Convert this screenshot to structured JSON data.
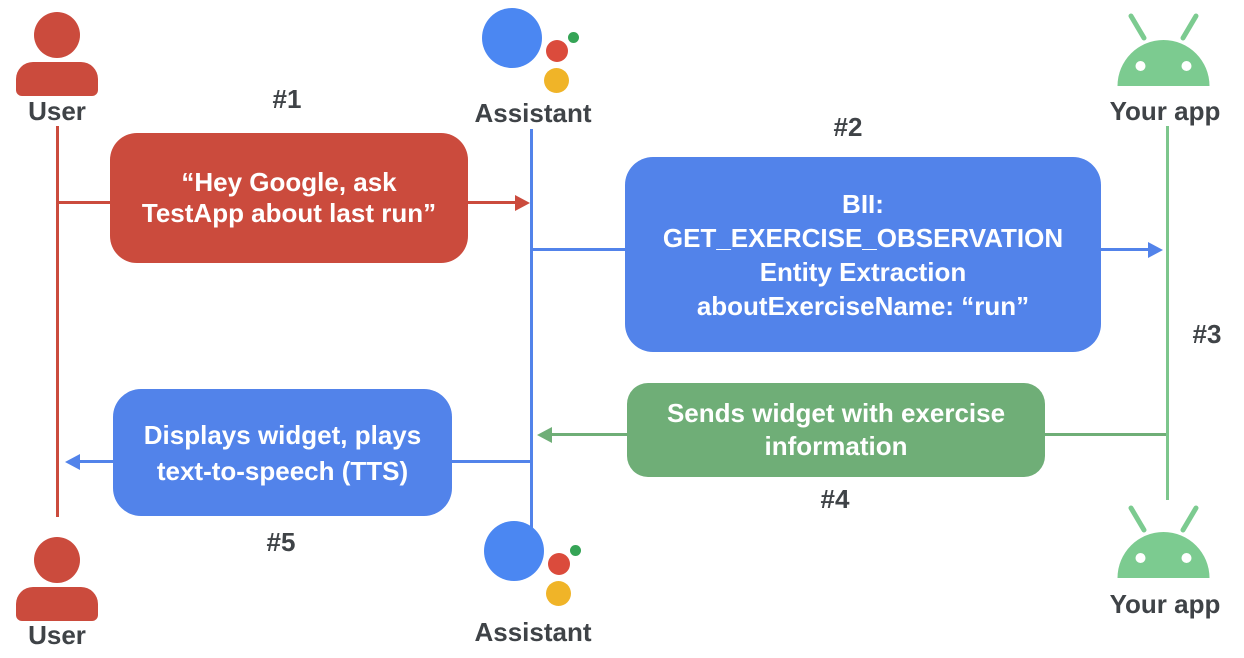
{
  "title": "Assistant App Action sequence diagram",
  "colors": {
    "red": "#cb4b3d",
    "blue": "#5283ea",
    "green": "#6fae77",
    "android_green": "#7ccb90",
    "lifeline_green": "#7cc68c",
    "label_gray": "#3f4347",
    "text_white": "#ffffff",
    "assistant_blue": "#4b87f2",
    "assistant_red": "#db4b3c",
    "assistant_yellow": "#f0b428",
    "assistant_green": "#35a456"
  },
  "icons": {
    "user": "person-icon",
    "assistant": "google-assistant-logo",
    "app": "android-robot-icon"
  },
  "actors": {
    "top": [
      {
        "id": "user",
        "label": "User"
      },
      {
        "id": "assistant",
        "label": "Assistant"
      },
      {
        "id": "app",
        "label": "Your app"
      }
    ],
    "bottom": [
      {
        "id": "user",
        "label": "User"
      },
      {
        "id": "assistant",
        "label": "Assistant"
      },
      {
        "id": "app",
        "label": "Your app"
      }
    ]
  },
  "messages": {
    "m1": {
      "step": "#1",
      "from": "User",
      "to": "Assistant",
      "lines": [
        "“Hey Google, ask",
        "TestApp about last run”"
      ]
    },
    "m2": {
      "step": "#2",
      "from": "Assistant",
      "to": "Your app",
      "lines": [
        "BII:",
        "GET_EXERCISE_OBSERVATION",
        "Entity Extraction",
        "aboutExerciseName: “run”"
      ]
    },
    "m3": {
      "step": "#3",
      "from": "Your app",
      "to": "Your app",
      "lines": []
    },
    "m4": {
      "step": "#4",
      "from": "Your app",
      "to": "Assistant",
      "lines": [
        "Sends widget with exercise",
        "information"
      ]
    },
    "m5": {
      "step": "#5",
      "from": "Assistant",
      "to": "User",
      "lines": [
        "Displays widget, plays",
        "text-to-speech (TTS)"
      ]
    }
  }
}
